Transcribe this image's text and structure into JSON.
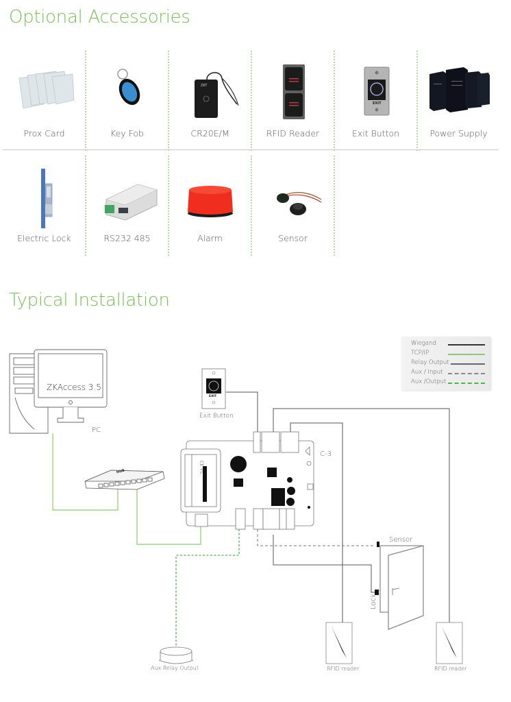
{
  "sections": {
    "accessories_title": "Optional Accessories",
    "installation_title": "Typical Installation"
  },
  "accessories": [
    {
      "label": "Prox Card",
      "icon": "prox-card-icon"
    },
    {
      "label": "Key Fob",
      "icon": "key-fob-icon"
    },
    {
      "label": "CR20E/M",
      "icon": "usb-reader-icon"
    },
    {
      "label": "RFID Reader",
      "icon": "rfid-reader-icon"
    },
    {
      "label": "Exit Button",
      "icon": "exit-button-icon"
    },
    {
      "label": "Power Supply",
      "icon": "power-supply-icon"
    },
    {
      "label": "Electric Lock",
      "icon": "electric-lock-icon"
    },
    {
      "label": "RS232 485",
      "icon": "converter-icon"
    },
    {
      "label": "Alarm",
      "icon": "alarm-icon"
    },
    {
      "label": "Sensor",
      "icon": "sensor-icon"
    }
  ],
  "diagram": {
    "pc_software": "ZKAccess 3.5",
    "pc_label": "PC",
    "exit_button_label": "Exit Button",
    "exit_text": "EXIT",
    "switch_text": "HUB",
    "controller_label": "C-3",
    "sensor_label": "Sensor",
    "lock_label": "Lock",
    "rfid_reader_1": "RFID reader",
    "rfid_reader_2": "RFID reader",
    "aux_relay_label": "Aux Relay Output",
    "ce_mark": "CE FC"
  },
  "legend": [
    {
      "label": "Wiegand",
      "style": "solid",
      "color": "#333333"
    },
    {
      "label": "TCP/IP",
      "style": "solid",
      "color": "#8cc870"
    },
    {
      "label": "Relay Output",
      "style": "solid",
      "color": "#666666"
    },
    {
      "label": "Aux / Input",
      "style": "dashed",
      "color": "#888888"
    },
    {
      "label": "Aux /Output",
      "style": "dashed",
      "color": "#4db34d"
    }
  ],
  "colors": {
    "accent_green": "#7cbd5a",
    "separator_dots": "#b6d79e"
  }
}
